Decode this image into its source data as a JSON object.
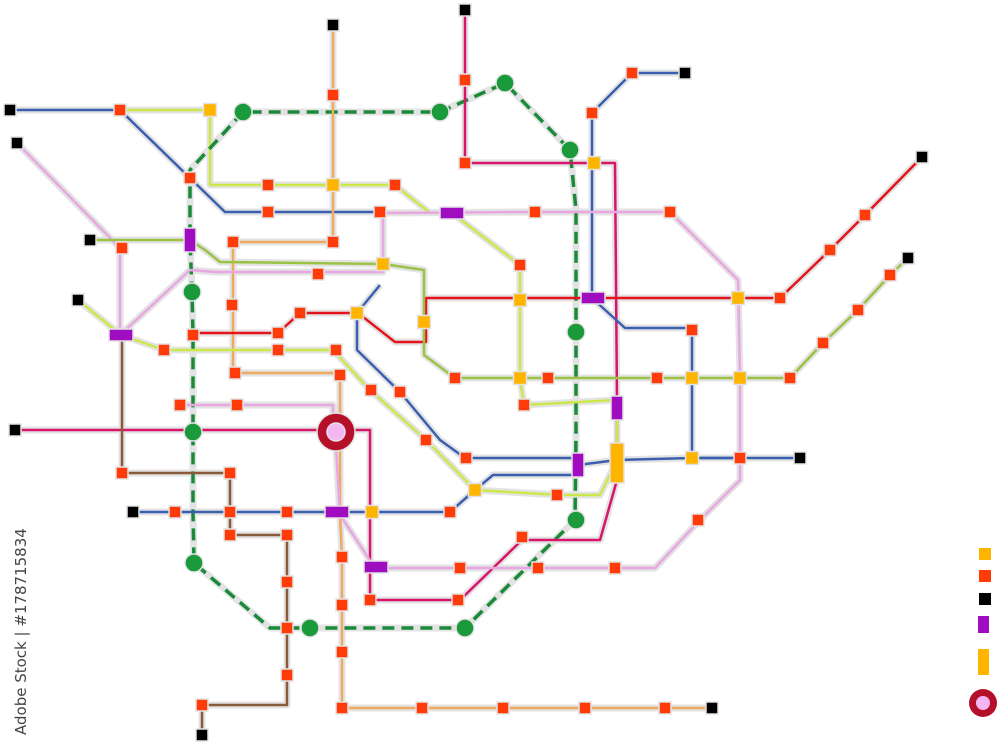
{
  "colors": {
    "background": "#ffffff",
    "transfer": "#ffb400",
    "station": "#ff3b0a",
    "terminus": "#000000",
    "interchange_purple": "#a00dc0",
    "hub_ring": "#b5102a",
    "hub_fill": "#f3b6f3",
    "halo": "#e3e3e3",
    "line_blue": "#3a5fb0",
    "line_red": "#e5131b",
    "line_pink": "#e8a7e2",
    "line_lime": "#cbe84a",
    "line_orange": "#ecab60",
    "line_green": "#1a8a3a",
    "line_brown": "#8a5a3a",
    "line_magenta": "#d8156b",
    "line_olive": "#9bc243",
    "green_station": "#1a9a3a"
  },
  "legend": {
    "items": [
      {
        "symbol": "transfer-station"
      },
      {
        "symbol": "station"
      },
      {
        "symbol": "terminus"
      },
      {
        "symbol": "interchange"
      },
      {
        "symbol": "long-interchange"
      },
      {
        "symbol": "main-hub"
      }
    ]
  },
  "watermark": {
    "text": "Adobe Stock | #178715834"
  }
}
